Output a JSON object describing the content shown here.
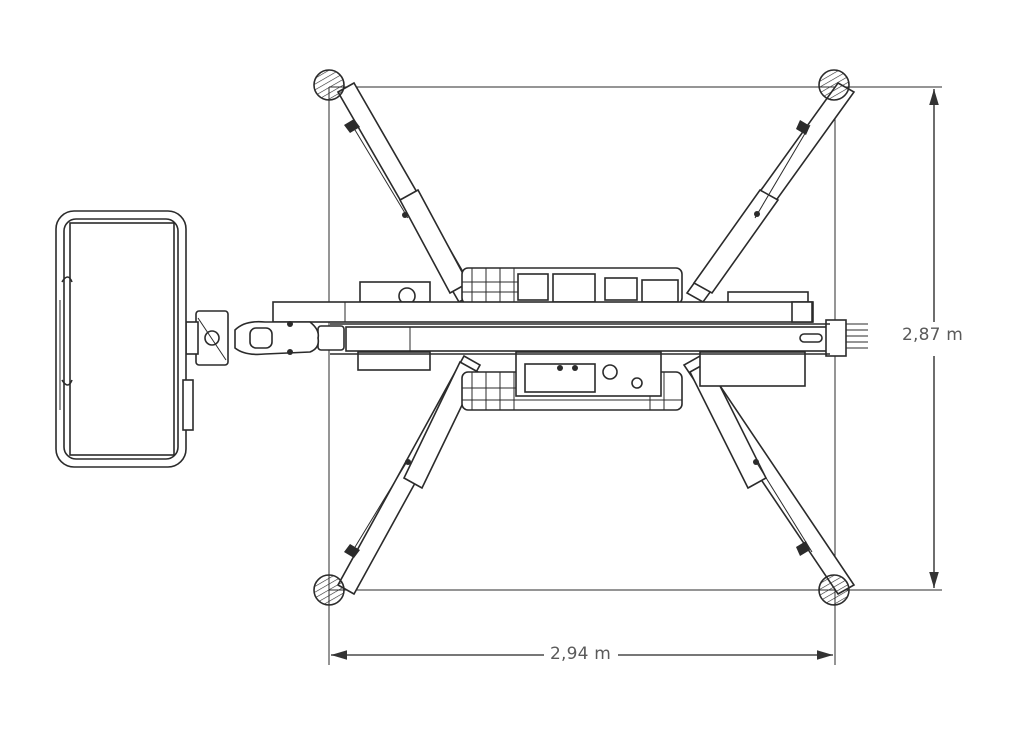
{
  "drawing": {
    "title": "Spider lift top view",
    "view": "top",
    "colors": {
      "line": "#2b2b2b",
      "dimension": "#4a4a4a",
      "label_text": "#5a5a5a",
      "background": "#ffffff"
    }
  },
  "dimensions": {
    "outrigger_span_height": {
      "label": "2,87 m",
      "orientation": "vertical"
    },
    "outrigger_span_width": {
      "label": "2,94 m",
      "orientation": "horizontal"
    }
  },
  "components": {
    "platform_basket": "platform-basket",
    "boom": "telescopic-boom",
    "chassis": "tracked-chassis",
    "outriggers": [
      "outrigger-front-left",
      "outrigger-front-right",
      "outrigger-rear-left",
      "outrigger-rear-right"
    ]
  }
}
